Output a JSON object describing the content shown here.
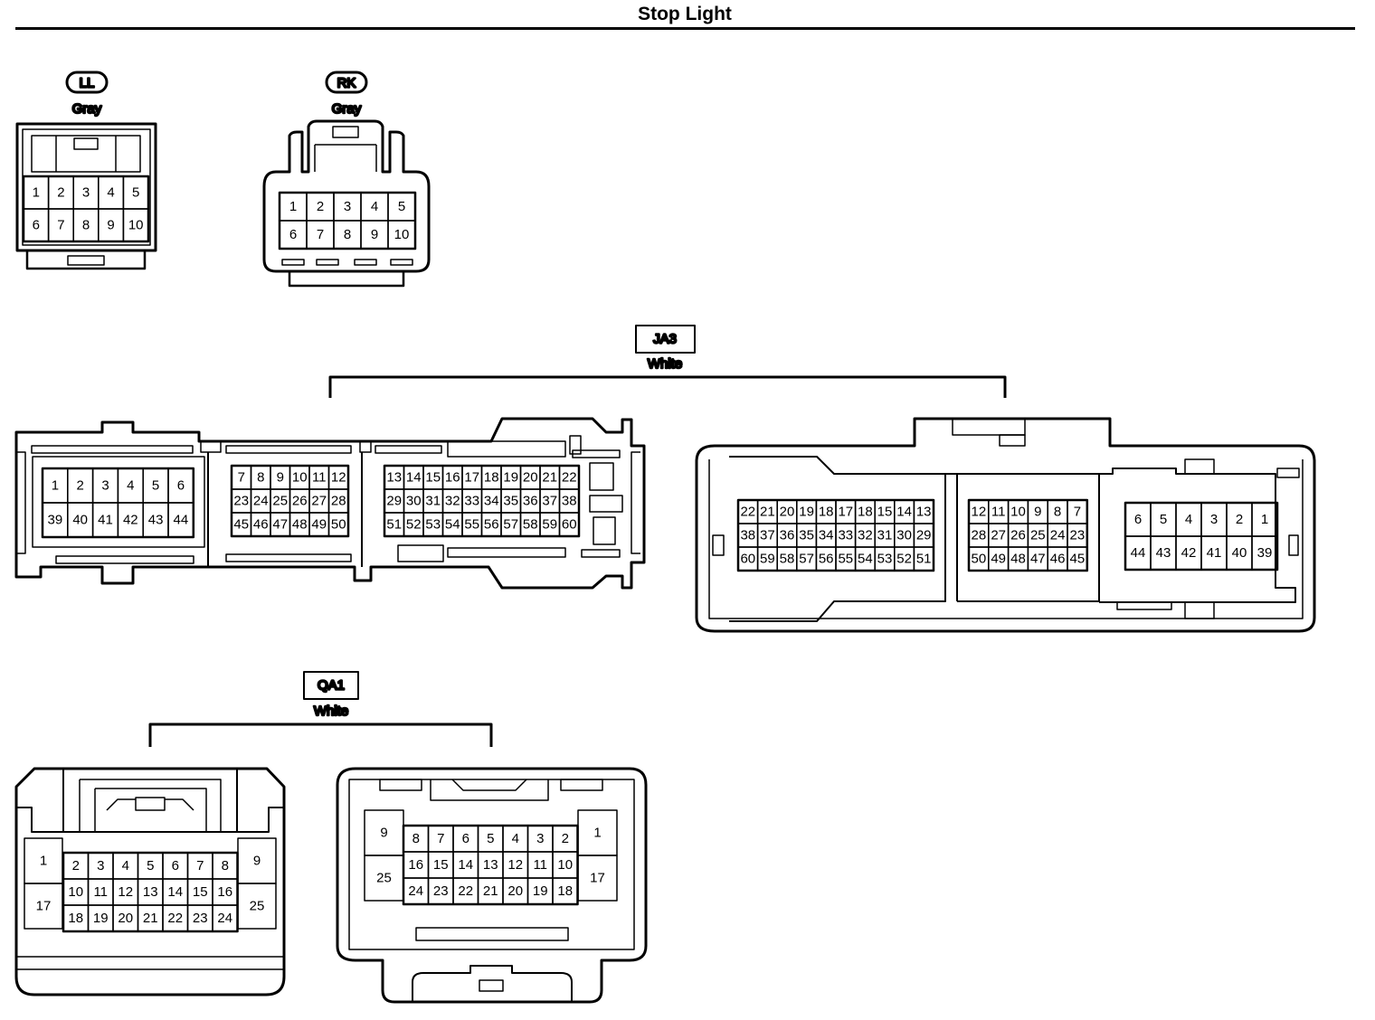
{
  "title": "Stop Light",
  "colors": {
    "line": "#000000",
    "background": "#ffffff"
  },
  "connectors": {
    "LL": {
      "code": "LL",
      "color": "Gray",
      "rows": [
        [
          "1",
          "2",
          "3",
          "4",
          "5"
        ],
        [
          "6",
          "7",
          "8",
          "9",
          "10"
        ]
      ]
    },
    "RK": {
      "code": "RK",
      "color": "Gray",
      "rows": [
        [
          "1",
          "2",
          "3",
          "4",
          "5"
        ],
        [
          "6",
          "7",
          "8",
          "9",
          "10"
        ]
      ]
    },
    "JA3": {
      "code": "JA3",
      "color": "White",
      "left": {
        "block_a": [
          [
            "1",
            "2",
            "3",
            "4",
            "5",
            "6"
          ],
          [
            "39",
            "40",
            "41",
            "42",
            "43",
            "44"
          ]
        ],
        "block_b": [
          [
            "7",
            "8",
            "9",
            "10",
            "11",
            "12"
          ],
          [
            "23",
            "24",
            "25",
            "26",
            "27",
            "28"
          ],
          [
            "45",
            "46",
            "47",
            "48",
            "49",
            "50"
          ]
        ],
        "block_c": [
          [
            "13",
            "14",
            "15",
            "16",
            "17",
            "18",
            "19",
            "20",
            "21",
            "22"
          ],
          [
            "29",
            "30",
            "31",
            "32",
            "33",
            "34",
            "35",
            "36",
            "37",
            "38"
          ],
          [
            "51",
            "52",
            "53",
            "54",
            "55",
            "56",
            "57",
            "58",
            "59",
            "60"
          ]
        ]
      },
      "right": {
        "block_c": [
          [
            "22",
            "21",
            "20",
            "19",
            "18",
            "17",
            "18",
            "15",
            "14",
            "13"
          ],
          [
            "38",
            "37",
            "36",
            "35",
            "34",
            "33",
            "32",
            "31",
            "30",
            "29"
          ],
          [
            "60",
            "59",
            "58",
            "57",
            "56",
            "55",
            "54",
            "53",
            "52",
            "51"
          ]
        ],
        "block_b": [
          [
            "12",
            "11",
            "10",
            "9",
            "8",
            "7"
          ],
          [
            "28",
            "27",
            "26",
            "25",
            "24",
            "23"
          ],
          [
            "50",
            "49",
            "48",
            "47",
            "46",
            "45"
          ]
        ],
        "block_a": [
          [
            "6",
            "5",
            "4",
            "3",
            "2",
            "1"
          ],
          [
            "44",
            "43",
            "42",
            "41",
            "40",
            "39"
          ]
        ]
      }
    },
    "QA1": {
      "code": "QA1",
      "color": "White",
      "left": {
        "side_left": [
          "1",
          "17"
        ],
        "rows": [
          [
            "2",
            "3",
            "4",
            "5",
            "6",
            "7",
            "8"
          ],
          [
            "10",
            "11",
            "12",
            "13",
            "14",
            "15",
            "16"
          ],
          [
            "18",
            "19",
            "20",
            "21",
            "22",
            "23",
            "24"
          ]
        ],
        "side_right": [
          "9",
          "25"
        ]
      },
      "right": {
        "side_left": [
          "9",
          "25"
        ],
        "rows": [
          [
            "8",
            "7",
            "6",
            "5",
            "4",
            "3",
            "2"
          ],
          [
            "16",
            "15",
            "14",
            "13",
            "12",
            "11",
            "10"
          ],
          [
            "24",
            "23",
            "22",
            "21",
            "20",
            "19",
            "18"
          ]
        ],
        "side_right": [
          "1",
          "17"
        ]
      }
    }
  }
}
